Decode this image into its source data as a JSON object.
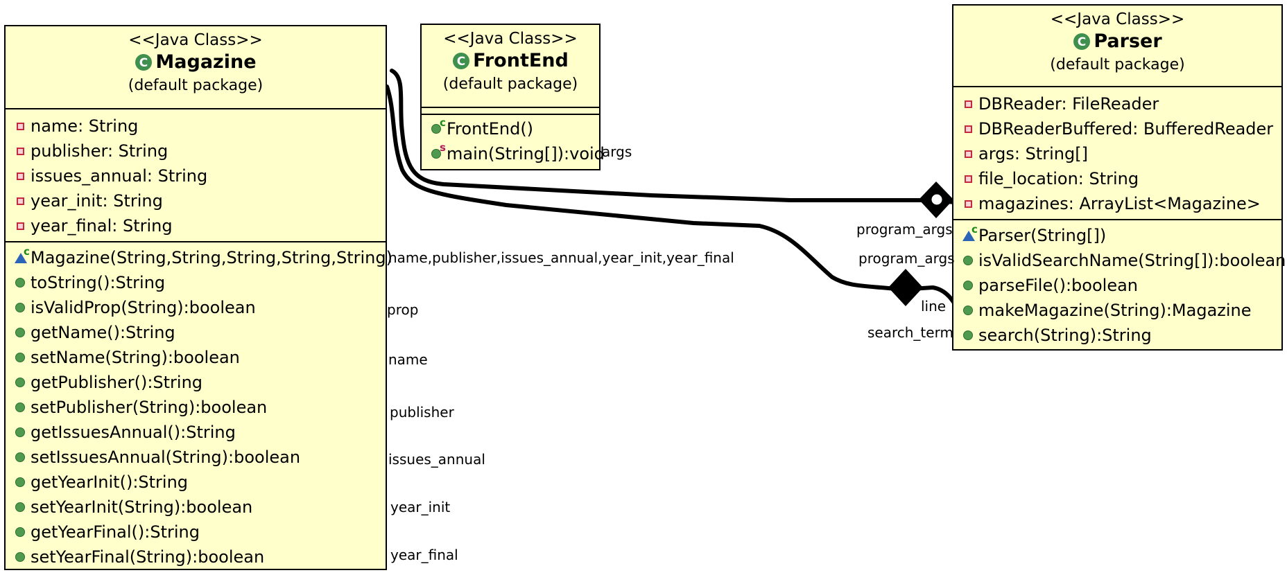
{
  "classes": {
    "magazine": {
      "stereotype": "<<Java Class>>",
      "name": "Magazine",
      "package": "(default package)",
      "fields": [
        "name: String",
        "publisher: String",
        "issues_annual: String",
        "year_init: String",
        "year_final: String"
      ],
      "methods": [
        "Magazine(String,String,String,String,String)",
        "toString():String",
        "isValidProp(String):boolean",
        "getName():String",
        "setName(String):boolean",
        "getPublisher():String",
        "setPublisher(String):boolean",
        "getIssuesAnnual():String",
        "setIssuesAnnual(String):boolean",
        "getYearInit():String",
        "setYearInit(String):boolean",
        "getYearFinal():String",
        "setYearFinal(String):boolean"
      ]
    },
    "frontend": {
      "stereotype": "<<Java Class>>",
      "name": "FrontEnd",
      "package": "(default package)",
      "methods": [
        "FrontEnd()",
        "main(String[]):void"
      ]
    },
    "parser": {
      "stereotype": "<<Java Class>>",
      "name": "Parser",
      "package": "(default package)",
      "fields": [
        "DBReader: FileReader",
        "DBReaderBuffered: BufferedReader",
        "args: String[]",
        "file_location: String",
        "magazines: ArrayList<Magazine>"
      ],
      "methods": [
        "Parser(String[])",
        "isValidSearchName(String[]):boolean",
        "parseFile():boolean",
        "makeMagazine(String):Magazine",
        "search(String):String"
      ]
    }
  },
  "param_labels": {
    "magazine_constructor": "name,publisher,issues_annual,year_init,year_final",
    "is_valid_prop": "prop",
    "set_name": "name",
    "set_publisher": "publisher",
    "set_issues_annual": "issues_annual",
    "set_year_init": "year_init",
    "set_year_final": "year_final",
    "frontend_main": "args",
    "parser_program_args_1": "program_args",
    "parser_program_args_2": "program_args",
    "parser_line": "line",
    "parser_search_term": "search_term"
  },
  "icons": {
    "class_icon": "class-icon",
    "field_icon": "private-field-icon",
    "method_icon": "public-method-icon",
    "constructor_icon": "package-constructor-icon"
  },
  "colors": {
    "class_fill": "#ffffcc",
    "class_icon": "#3f8f4f",
    "private_field": "#c8283c",
    "public_method": "#4f9a4f",
    "package_visibility": "#2c64b8"
  }
}
